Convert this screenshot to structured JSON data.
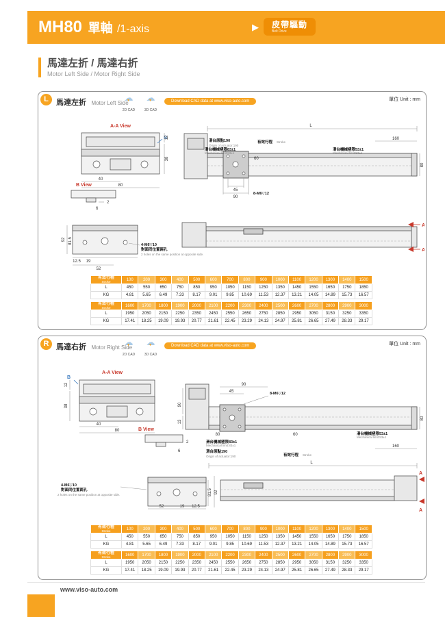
{
  "header": {
    "model": "MH80",
    "title_zh": "單軸",
    "title_en": "/1-axis",
    "badge_zh": "皮帶驅動",
    "badge_en": "Belt Drive"
  },
  "section": {
    "title_zh": "馬達左折 / 馬達右折",
    "title_en": "Motor Left Side / Motor Right Side"
  },
  "footer": {
    "url": "www.viso-auto.com"
  },
  "panels": [
    {
      "badge": "L",
      "title_zh": "馬達左折",
      "title_en": "Motor Left Side",
      "cad_2d": "2D CAD",
      "cad_3d": "3D CAD",
      "download": "Download CAD data at www.viso-auto.com",
      "unit": "單位 Unit : mm",
      "drawing": {
        "aa_view": "A-A View",
        "b_view": "B View",
        "b_label": "B",
        "a_label": "A",
        "dim_l": "L",
        "dim_40": "40",
        "dim_80": "80",
        "dim_12": "12",
        "dim_38": "38",
        "dim_2": "2",
        "dim_6": "6",
        "dim_160": "160",
        "dim_60": "60",
        "dim_45": "45",
        "dim_90": "90",
        "dim_92": "92",
        "dim_815": "81.5",
        "dim_125": "12.5",
        "dim_19": "19",
        "dim_52": "52",
        "holes_slider": "8-M6▽12",
        "holes_base": "4-M6▽10",
        "holes_base_zh": "對面同位置兩孔",
        "holes_base_en": "2 holes on the same position at opposite side.",
        "origin_zh": "滑台原點190",
        "origin_en": "Origin of actuator:190",
        "stroke_zh": "有效行程",
        "stroke_en": "Stroke",
        "limit83_zh": "滑台機械極限83±1",
        "limit83_en": "Mechanical limit:83±1",
        "limit53_zh": "滑台機械極限53±1",
        "limit53_en": "Mechanical limit:53±1"
      },
      "tables": [
        {
          "header_zh": "有效行程",
          "header_en": "Stroke",
          "columns": [
            "100",
            "200",
            "300",
            "400",
            "500",
            "600",
            "700",
            "800",
            "900",
            "1000",
            "1100",
            "1200",
            "1300",
            "1400",
            "1500"
          ],
          "rows": [
            {
              "label": "L",
              "values": [
                "450",
                "550",
                "650",
                "750",
                "850",
                "950",
                "1050",
                "1150",
                "1250",
                "1350",
                "1450",
                "1550",
                "1650",
                "1750",
                "1850"
              ]
            },
            {
              "label": "KG",
              "values": [
                "4.81",
                "5.65",
                "6.49",
                "7.33",
                "8.17",
                "9.01",
                "9.85",
                "10.69",
                "11.53",
                "12.37",
                "13.21",
                "14.05",
                "14.89",
                "15.73",
                "16.57"
              ]
            }
          ]
        },
        {
          "header_zh": "有效行程",
          "header_en": "Stroke",
          "columns": [
            "1600",
            "1700",
            "1800",
            "1900",
            "2000",
            "2100",
            "2200",
            "2300",
            "2400",
            "2500",
            "2600",
            "2700",
            "2800",
            "2900",
            "3000"
          ],
          "rows": [
            {
              "label": "L",
              "values": [
                "1950",
                "2050",
                "2150",
                "2250",
                "2350",
                "2450",
                "2550",
                "2650",
                "2750",
                "2850",
                "2950",
                "3050",
                "3150",
                "3250",
                "3350"
              ]
            },
            {
              "label": "KG",
              "values": [
                "17.41",
                "18.25",
                "19.09",
                "19.93",
                "20.77",
                "21.61",
                "22.45",
                "23.29",
                "24.13",
                "24.97",
                "25.81",
                "26.65",
                "27.49",
                "28.33",
                "29.17"
              ]
            }
          ]
        }
      ]
    },
    {
      "badge": "R",
      "title_zh": "馬達右折",
      "title_en": "Motor Right Side",
      "cad_2d": "2D CAD",
      "cad_3d": "3D CAD",
      "download": "Download CAD data at www.viso-auto.com",
      "unit": "單位 Unit : mm",
      "drawing": {
        "aa_view": "A-A View",
        "b_view": "B View",
        "b_label": "B",
        "a_label": "A",
        "dim_l": "L",
        "dim_40": "40",
        "dim_80": "80",
        "dim_12": "12",
        "dim_38": "38",
        "dim_13": "13",
        "dim_2": "2",
        "dim_6": "6",
        "dim_160": "160",
        "dim_60": "60",
        "dim_45": "45",
        "dim_90": "90",
        "dim_92": "92",
        "dim_815": "81.5",
        "dim_125": "12.5",
        "dim_19": "19",
        "dim_52": "52",
        "holes_slider": "8-M6▽12",
        "holes_base": "4-M6▽10",
        "holes_base_zh": "對面同位置兩孔",
        "holes_base_en": "2 holes on the same position at opposite side.",
        "origin_zh": "滑台原點190",
        "origin_en": "Origin of actuator:190",
        "stroke_zh": "有效行程",
        "stroke_en": "Stroke",
        "limit83_zh": "滑台機械極限83±1",
        "limit83_en": "Mechanical limit:83±1",
        "limit53_zh": "滑台機械極限53±1",
        "limit53_en": "Mechanical limit:53±1"
      },
      "tables": [
        {
          "header_zh": "有效行程",
          "header_en": "Stroke",
          "columns": [
            "100",
            "200",
            "300",
            "400",
            "500",
            "600",
            "700",
            "800",
            "900",
            "1000",
            "1100",
            "1200",
            "1300",
            "1400",
            "1500"
          ],
          "rows": [
            {
              "label": "L",
              "values": [
                "450",
                "550",
                "650",
                "750",
                "850",
                "950",
                "1050",
                "1150",
                "1250",
                "1350",
                "1450",
                "1550",
                "1650",
                "1750",
                "1850"
              ]
            },
            {
              "label": "KG",
              "values": [
                "4.81",
                "5.65",
                "6.49",
                "7.33",
                "8.17",
                "9.01",
                "9.85",
                "10.69",
                "11.53",
                "12.37",
                "13.21",
                "14.05",
                "14.89",
                "15.73",
                "16.57"
              ]
            }
          ]
        },
        {
          "header_zh": "有效行程",
          "header_en": "Stroke",
          "columns": [
            "1600",
            "1700",
            "1800",
            "1900",
            "2000",
            "2100",
            "2200",
            "2300",
            "2400",
            "2500",
            "2600",
            "2700",
            "2800",
            "2900",
            "3000"
          ],
          "rows": [
            {
              "label": "L",
              "values": [
                "1950",
                "2050",
                "2150",
                "2250",
                "2350",
                "2450",
                "2550",
                "2650",
                "2750",
                "2850",
                "2950",
                "3050",
                "3150",
                "3250",
                "3350"
              ]
            },
            {
              "label": "KG",
              "values": [
                "17.41",
                "18.25",
                "19.09",
                "19.93",
                "20.77",
                "21.61",
                "22.45",
                "23.29",
                "24.13",
                "24.97",
                "25.81",
                "26.65",
                "27.49",
                "28.33",
                "29.17"
              ]
            }
          ]
        }
      ]
    }
  ]
}
